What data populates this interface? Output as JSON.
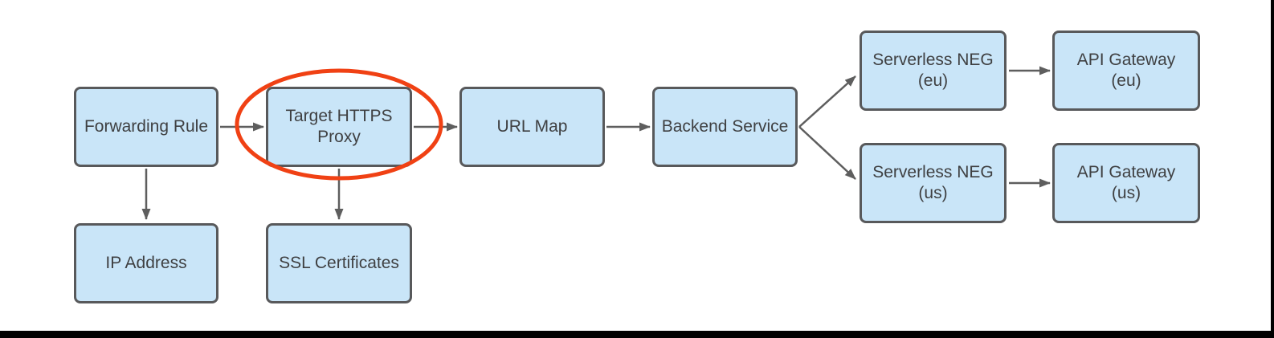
{
  "diagram": {
    "type": "flowchart",
    "subject": "HTTPS load balancer components with serverless NEG backends",
    "background_color": "#FFFFFF",
    "colors": {
      "node_fill": "#C9E5F8",
      "node_border": "#58595B",
      "node_text": "#3F4042",
      "connector": "#5E5E5E",
      "highlight_ellipse": "#F04114",
      "frame_edge": "#000000"
    },
    "nodes": [
      {
        "id": "forwarding-rule",
        "label": "Forwarding Rule",
        "lines": [
          "Forwarding Rule"
        ]
      },
      {
        "id": "target-https-proxy",
        "label": "Target HTTPS Proxy",
        "lines": [
          "Target HTTPS",
          "Proxy"
        ],
        "highlighted": true
      },
      {
        "id": "url-map",
        "label": "URL Map",
        "lines": [
          "URL Map"
        ]
      },
      {
        "id": "backend-service",
        "label": "Backend Service",
        "lines": [
          "Backend Service"
        ]
      },
      {
        "id": "ip-address",
        "label": "IP Address",
        "lines": [
          "IP Address"
        ]
      },
      {
        "id": "ssl-certificates",
        "label": "SSL Certificates",
        "lines": [
          "SSL Certificates"
        ]
      },
      {
        "id": "serverless-neg-eu",
        "label": "Serverless NEG (eu)",
        "lines": [
          "Serverless NEG",
          "(eu)"
        ]
      },
      {
        "id": "api-gateway-eu",
        "label": "API Gateway (eu)",
        "lines": [
          "API Gateway",
          "(eu)"
        ]
      },
      {
        "id": "serverless-neg-us",
        "label": "Serverless NEG (us)",
        "lines": [
          "Serverless NEG",
          "(us)"
        ]
      },
      {
        "id": "api-gateway-us",
        "label": "API Gateway (us)",
        "lines": [
          "API Gateway",
          "(us)"
        ]
      }
    ],
    "edges": [
      {
        "from": "forwarding-rule",
        "to": "target-https-proxy"
      },
      {
        "from": "forwarding-rule",
        "to": "ip-address"
      },
      {
        "from": "target-https-proxy",
        "to": "url-map"
      },
      {
        "from": "target-https-proxy",
        "to": "ssl-certificates"
      },
      {
        "from": "url-map",
        "to": "backend-service"
      },
      {
        "from": "backend-service",
        "to": "serverless-neg-eu"
      },
      {
        "from": "backend-service",
        "to": "serverless-neg-us"
      },
      {
        "from": "serverless-neg-eu",
        "to": "api-gateway-eu"
      },
      {
        "from": "serverless-neg-us",
        "to": "api-gateway-us"
      }
    ],
    "annotations": [
      {
        "type": "ellipse",
        "target": "target-https-proxy",
        "color": "#F04114"
      }
    ]
  }
}
